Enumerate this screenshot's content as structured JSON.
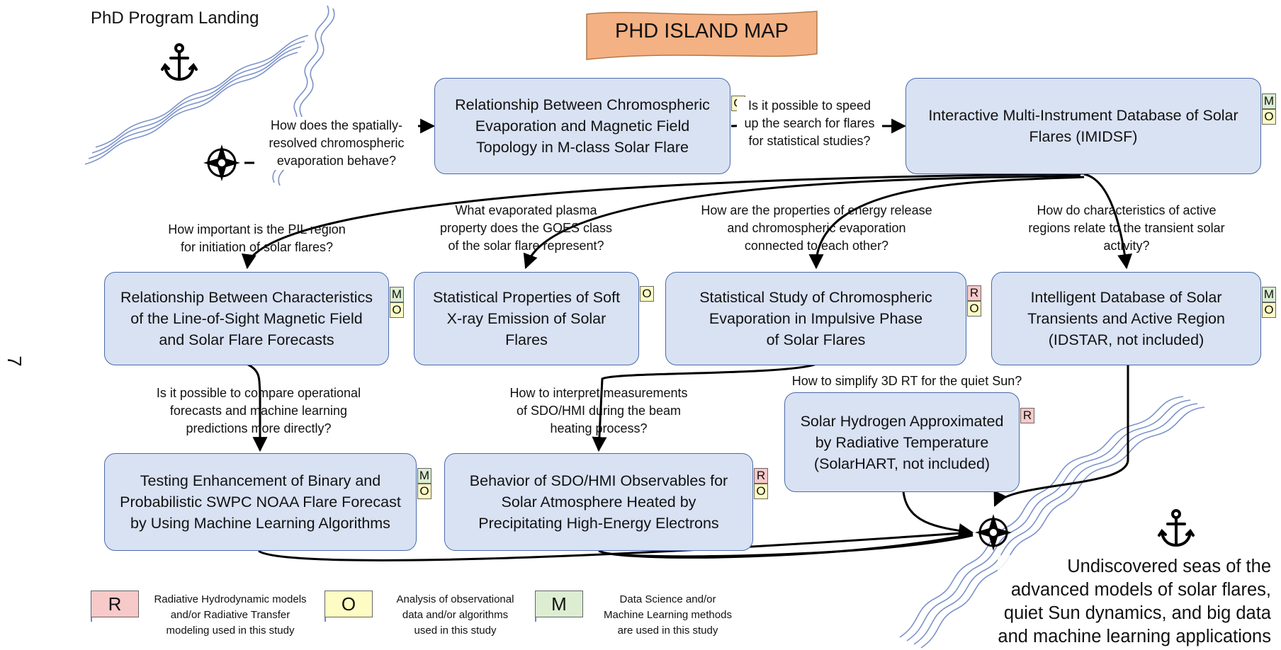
{
  "header": {
    "landing": "PhD Program Landing",
    "banner": "PHD ISLAND MAP",
    "side_mark": "7"
  },
  "boxes": {
    "chromo_topology": "Relationship Between Chromospheric\nEvaporation and Magnetic Field\nTopology in M-class Solar Flare",
    "imidsf": "Interactive Multi-Instrument Database of Solar\nFlares (IMIDSF)",
    "los_forecasts": "Relationship Between Characteristics\nof the Line-of-Sight Magnetic Field\nand Solar Flare Forecasts",
    "soft_xray": "Statistical Properties of Soft\nX-ray Emission of Solar\nFlares",
    "chromo_impulsive": "Statistical Study of Chromospheric\nEvaporation in Impulsive Phase\nof Solar Flares",
    "idstar": "Intelligent Database of Solar\nTransients and Active Region\n(IDSTAR, not included)",
    "swpc_ml": "Testing Enhancement of Binary and\nProbabilistic SWPC NOAA Flare Forecast\nby Using Machine Learning Algorithms",
    "sdo_hmi": "Behavior of SDO/HMI Observables for\nSolar Atmosphere Heated by\nPrecipitating High-Energy Electrons",
    "solarhart": "Solar Hydrogen Approximated\nby Radiative Temperature\n(SolarHART, not included)"
  },
  "questions": {
    "q_spatial": "How does the spatially-\nresolved chromospheric\nevaporation behave?",
    "q_speed": "Is it possible to speed\nup the search for flares\nfor statistical studies?",
    "q_pil": "How important is the PIL region\nfor initiation of solar flares?",
    "q_goes": "What evaporated plasma\nproperty does the GOES class\nof the solar flare represent?",
    "q_energy": "How are the properties of energy release\nand chromospheric evaporation\nconnected to each other?",
    "q_active": "How do characteristics of active\nregions relate to the transient solar\nactivity?",
    "q_compare": "Is it possible to compare operational\nforecasts and machine learning\npredictions more directly?",
    "q_interpret": "How to interpret measurements\nof SDO/HMI during the beam\nheating process?",
    "q_3drt": "How to simplify 3D RT for the quiet Sun?"
  },
  "tags": {
    "chromo_topology": [
      "O"
    ],
    "imidsf": [
      "M",
      "O"
    ],
    "los_forecasts": [
      "M",
      "O"
    ],
    "soft_xray": [
      "O"
    ],
    "chromo_impulsive": [
      "R",
      "O"
    ],
    "idstar": [
      "M",
      "O"
    ],
    "swpc_ml": [
      "M",
      "O"
    ],
    "sdo_hmi": [
      "R",
      "O"
    ],
    "solarhart": [
      "R"
    ]
  },
  "legend": [
    {
      "letter": "R",
      "text": "Radiative Hydrodynamic models\nand/or Radiative Transfer\nmodeling used in this study",
      "color": "#f8c9c9"
    },
    {
      "letter": "O",
      "text": "Analysis of observational\ndata and/or algorithms\nused in this study",
      "color": "#fefcc4"
    },
    {
      "letter": "M",
      "text": "Data Science and/or\nMachine Learning methods\nare used in this study",
      "color": "#dcedd2"
    }
  ],
  "footer": {
    "undiscovered": "Undiscovered seas of the\nadvanced models of solar flares,\nquiet Sun dynamics, and big data\nand machine learning applications"
  },
  "icons": [
    "anchor-icon",
    "compass-rose-icon",
    "wave-lines-icon",
    "flag-icon"
  ],
  "colors": {
    "box_fill": "#d9e2f3",
    "box_border": "#4a6aa8",
    "banner_fill": "#f4b183",
    "tag_R": "#f8c9c9",
    "tag_O": "#fefcc4",
    "tag_M": "#dcedd2",
    "wave": "#7b92c9"
  }
}
